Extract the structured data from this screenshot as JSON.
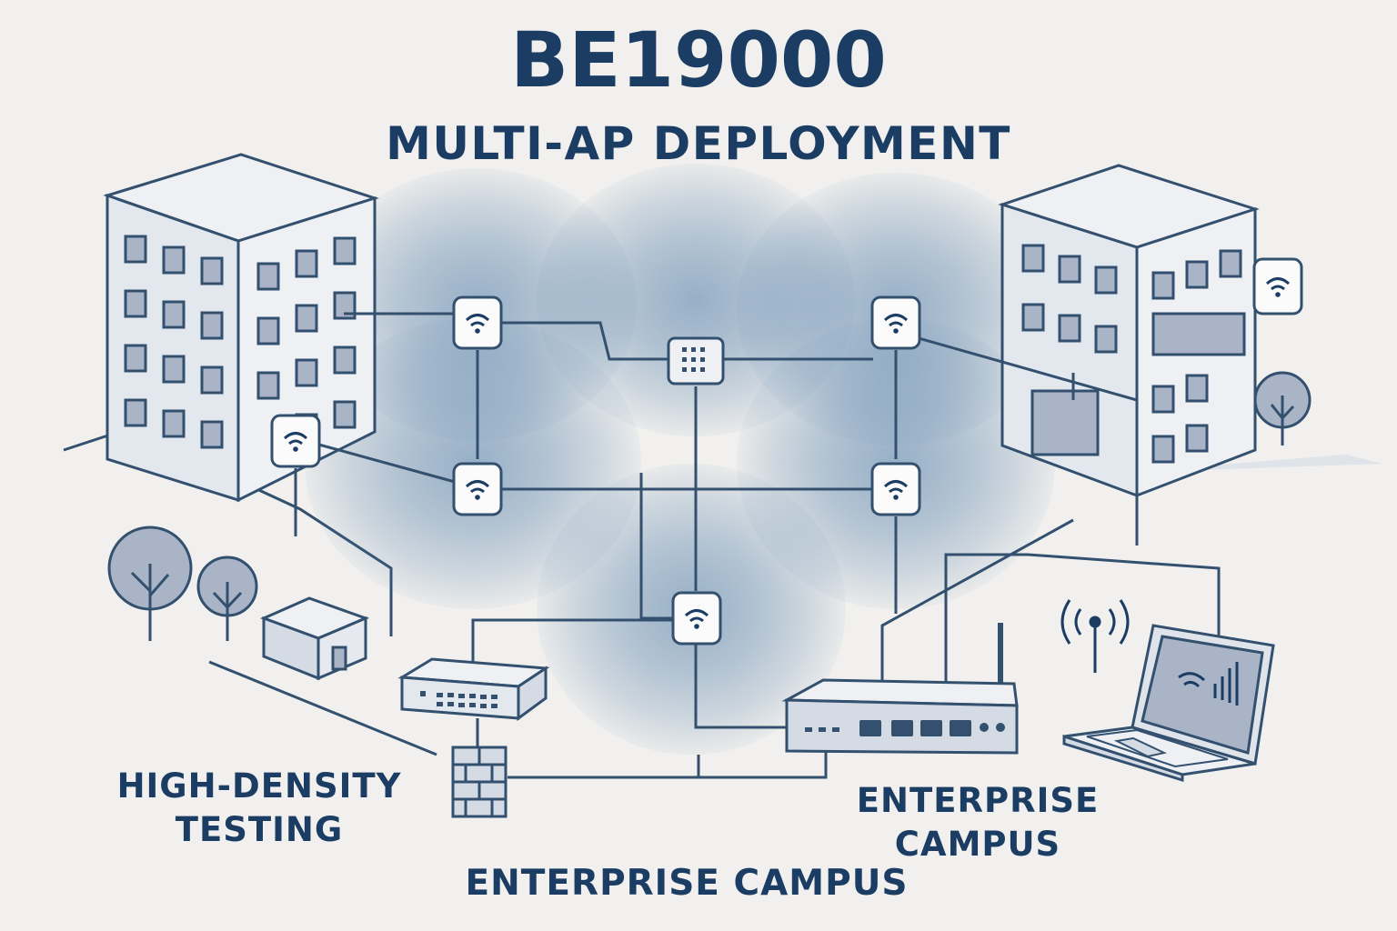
{
  "header": {
    "title": "BE19000",
    "subtitle": "MULTI-AP DEPLOYMENT"
  },
  "labels": {
    "high_density_line1": "HIGH-DENSITY",
    "high_density_line2": "TESTING",
    "enterprise_line1": "ENTERPRISE",
    "enterprise_line2": "CAMPUS",
    "bottom": "ENTERPRISE CAMPUS"
  },
  "colors": {
    "background": "#f1f0ee",
    "ink": "#1c3d63",
    "outline": "#33506f",
    "coverage": "#4d7aa6",
    "building_fill": "#e6e9ef",
    "window_fill": "#a9b5c7"
  },
  "icons": [
    "building",
    "wifi-access-point",
    "network-switch",
    "router",
    "firewall",
    "laptop",
    "tree",
    "broadcast-antenna"
  ]
}
